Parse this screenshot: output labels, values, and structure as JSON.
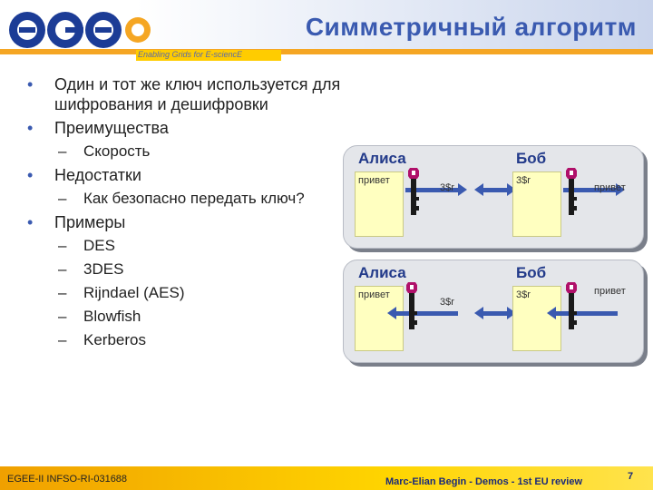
{
  "header": {
    "logo_text": "egee",
    "title": "Симметричный алгоритм",
    "tagline": "Enabling Grids for E-sciencE"
  },
  "bullets": [
    {
      "text": "Один и тот же ключ используется для шифрования и дешифровки"
    },
    {
      "text": "Преимущества",
      "subs": [
        "Скорость"
      ]
    },
    {
      "text": "Недостатки",
      "subs": [
        "Как безопасно передать ключ?"
      ]
    },
    {
      "text": "Примеры",
      "subs": [
        "DES",
        "3DES",
        "Rijndael (AES)",
        "Blowfish",
        "Kerberos"
      ]
    }
  ],
  "bullet_glyph": "•",
  "dash_glyph": "–",
  "diagram_top": {
    "left_name": "Алиса",
    "right_name": "Боб",
    "note_left": "привет",
    "cipher_left": "3$r",
    "note_right": "3$r",
    "cipher_right": "привет"
  },
  "diagram_bottom": {
    "left_name": "Алиса",
    "right_name": "Боб",
    "note_left": "привет",
    "cipher_left": "3$r",
    "note_right": "3$r",
    "cipher_right": "привет"
  },
  "colors": {
    "accent": "#3a5ab0",
    "key_dark": "#1a1a1a",
    "key_magenta": "#b0106a",
    "note": "#ffffc0"
  },
  "footer": {
    "left": "EGEE-II INFSO-RI-031688",
    "middle": "Marc-Elian Begin - Demos - 1st EU review",
    "page": "7"
  }
}
